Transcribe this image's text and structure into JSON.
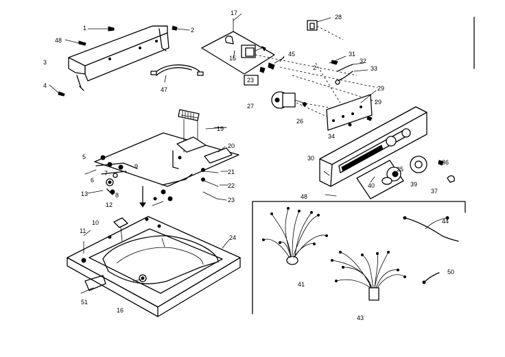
{
  "labels": {
    "l1": "1",
    "l2a": "2",
    "l2b": "2",
    "l3": "3",
    "l4": "4",
    "l5": "5",
    "l6": "6",
    "l7": "7",
    "l8": "8",
    "l9": "9",
    "l10": "10",
    "l11": "11",
    "l12": "12",
    "l13": "13",
    "l15": "15",
    "l16": "16",
    "l17": "17",
    "l19": "19",
    "l20": "20",
    "l21": "21",
    "l22": "22",
    "l23a": "23",
    "l23b": "23",
    "l24": "24",
    "l26": "26",
    "l27": "27",
    "l28": "28",
    "l29a": "29",
    "l29b": "29",
    "l30": "30",
    "l31": "31",
    "l32": "32",
    "l33": "33",
    "l34": "34",
    "l35": "35",
    "l36": "36",
    "l37": "37",
    "l39": "39",
    "l40": "40",
    "l41": "41",
    "l43": "43",
    "l44": "44",
    "l45": "45",
    "l47": "47",
    "l48a": "48",
    "l48b": "48",
    "l50": "50",
    "l51": "51"
  },
  "colors": {
    "ink": "#000000",
    "paper": "#ffffff"
  }
}
